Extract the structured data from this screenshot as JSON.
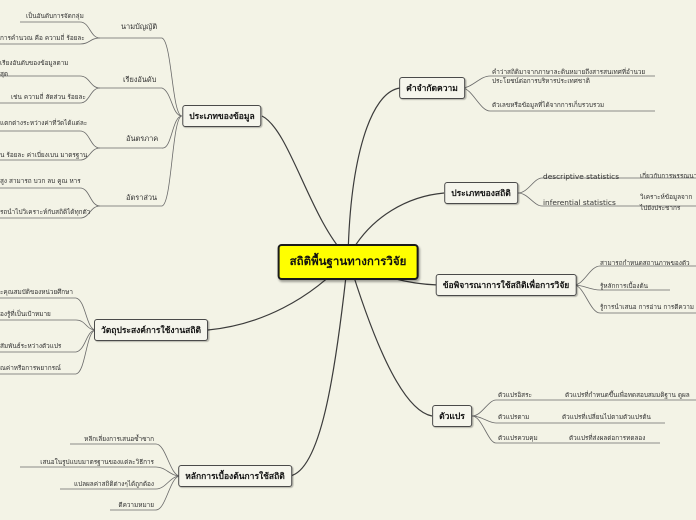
{
  "central": "สถิติพื้นฐานทางการวิจัย",
  "branches": {
    "definition": {
      "title": "คำจำกัดความ",
      "items": [
        "คำว่าสถิติมาจากภาษาละตินหมายถึงสารสนเทศที่อำนวยประโยชน์ต่อการบริหารประเทศชาติ",
        "ตัวเลขหรือข้อมูลที่ได้จากการเก็บรวบรวม"
      ]
    },
    "types_stat": {
      "title": "ประเภทของสถิติ",
      "items": [
        {
          "label": "descriptive statistics",
          "detail": [
            "เกี่ยวกับการพรรณนา"
          ]
        },
        {
          "label": "inferential statistics",
          "detail": [
            "วิเคราะห์ข้อมูลจาก",
            "ไปยังประชากร"
          ]
        }
      ]
    },
    "considerations": {
      "title": "ข้อพิจารณาการใช้สถิติเพื่อการวิจัย",
      "items": [
        "สามารถกำหนดสถานภาพของตัว",
        "รู้หลักการเบื้องต้น",
        "รู้การนำเสนอ การอ่าน การตีความ"
      ]
    },
    "variables": {
      "title": "ตัวแปร",
      "items": [
        {
          "label": "ตัวแปรอิสระ",
          "detail": "ตัวแปรที่กำหนดขึ้นเพื่อทดสอบสมมติฐาน ดูผล"
        },
        {
          "label": "ตัวแปรตาม",
          "detail": "ตัวแปรที่เปลี่ยนไปตามตัวแปรต้น"
        },
        {
          "label": "ตัวแปรควบคุม",
          "detail": "ตัวแปรที่ส่งผลต่อการทดลอง"
        }
      ]
    },
    "data_types": {
      "title": "ประเภทของข้อมูล",
      "groups": [
        {
          "label": "นามบัญญัติ",
          "detail": [
            "เป็นอันดับการจัดกลุ่ม",
            "การคำนวณ คือ ความถี่ ร้อยละ"
          ]
        },
        {
          "label": "เรียงอันดับ",
          "detail": [
            "เรียงอันดับของข้อมูลตาม",
            "สุด",
            "เช่น ความถี่ สัดส่วน ร้อยละ"
          ]
        },
        {
          "label": "อันตรภาค",
          "detail": [
            "แตกต่างระหว่างค่าที่วัดได้แต่ละ",
            "น ร้อยละ ค่าเบี่ยงเบน มาตรฐาน"
          ]
        },
        {
          "label": "อัตราส่วน",
          "detail": [
            "สูง สามารถ บวก ลบ คูณ หาร",
            "รถนำไปวิเคราะห์กับสถิติได้ทุกตัว"
          ]
        }
      ]
    },
    "objectives": {
      "title": "วัตถุประสงค์การใช้งานสถิติ",
      "items": [
        "ะคุณสมบัติของหน่วยศึกษา",
        "องรู้ที่เป็นเป้าหมาย",
        "สัมพันธ์ระหว่างตัวแปร",
        "ณค่าหรือการพยากรณ์"
      ]
    },
    "principles": {
      "title": "หลักการเบื้องต้นการใช้สถิติ",
      "items": [
        "หลีกเลี่ยงการเสนอซ้ำซาก",
        "เสนอในรูปแบบมาตรฐานของแต่ละวิธีการ",
        "แปลผลค่าสถิติต่างๆได้ถูกต้อง",
        "ตีความหมาย"
      ]
    }
  }
}
